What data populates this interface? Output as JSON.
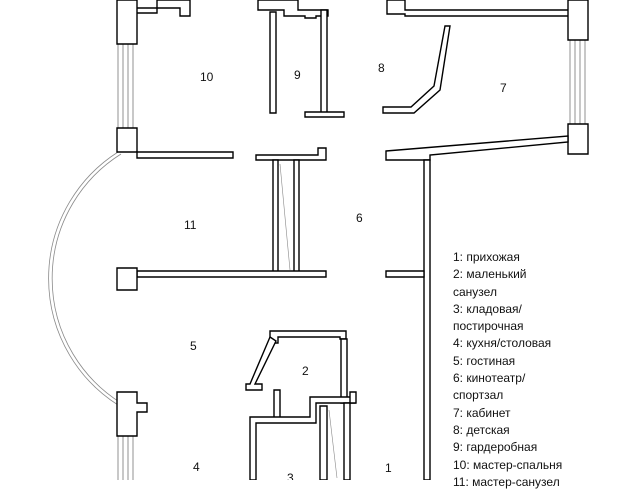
{
  "plan": {
    "room_labels": {
      "r1": "1",
      "r2": "2",
      "r3": "3",
      "r4": "4",
      "r5": "5",
      "r6": "6",
      "r7": "7",
      "r8": "8",
      "r9": "9",
      "r10": "10",
      "r11": "11"
    },
    "legend": [
      "1: прихожая",
      "2: маленький\nсанузел",
      "3: кладовая/\nпостирочная",
      "4: кухня/столовая",
      "5: гостиная",
      "6: кинотеатр/\nспортзал",
      "7: кабинет",
      "8: детская",
      "9: гардеробная",
      "10: мастер-спальня",
      "11: мастер-санузел"
    ]
  }
}
